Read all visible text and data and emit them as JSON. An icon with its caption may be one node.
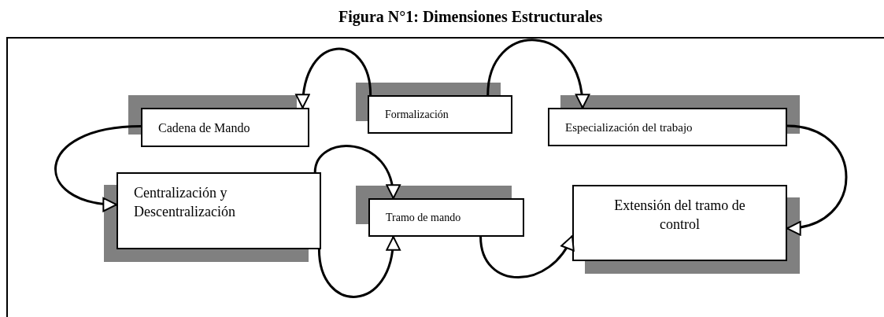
{
  "diagram": {
    "title": "Figura N°1: Dimensiones Estructurales",
    "nodes": [
      {
        "text": [
          "Cadena de Mando"
        ]
      },
      {
        "text": [
          "Formalización"
        ]
      },
      {
        "text": [
          "Especialización del trabajo"
        ]
      },
      {
        "text": [
          "Centralización y Descentralización"
        ]
      },
      {
        "text": [
          "Tramo de mando"
        ]
      },
      {
        "text": [
          "Extensión del tramo de control"
        ]
      }
    ],
    "edges": [
      {
        "from": 1,
        "to": 0,
        "arrow": "to"
      },
      {
        "from": 1,
        "to": 2,
        "arrow": "to"
      },
      {
        "from": 2,
        "to": 5,
        "arrow": "to"
      },
      {
        "from": 0,
        "to": 3,
        "arrow": "to"
      },
      {
        "from": 3,
        "to": 4,
        "arrow": "to"
      },
      {
        "from": 3,
        "to": 4,
        "arrow": "to"
      },
      {
        "from": 4,
        "to": 5,
        "arrow": "to"
      }
    ]
  }
}
